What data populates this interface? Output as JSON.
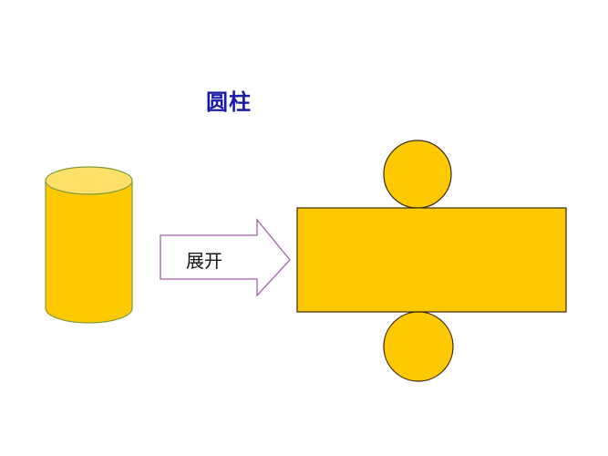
{
  "title": "圆柱",
  "arrow": {
    "label": "展开"
  },
  "colors": {
    "title": "#1a1aa6",
    "fill": "#fec900",
    "fill_top": "#fde06a",
    "cylinder_outline": "#7f9a3a",
    "net_outline": "#3a2a10",
    "arrow_outline": "#a064a8"
  },
  "shapes": {
    "cylinder": {
      "name": "3D cylinder"
    },
    "net": {
      "name": "unfolded cylinder net",
      "parts": [
        "top circle",
        "lateral rectangle",
        "bottom circle"
      ]
    }
  }
}
